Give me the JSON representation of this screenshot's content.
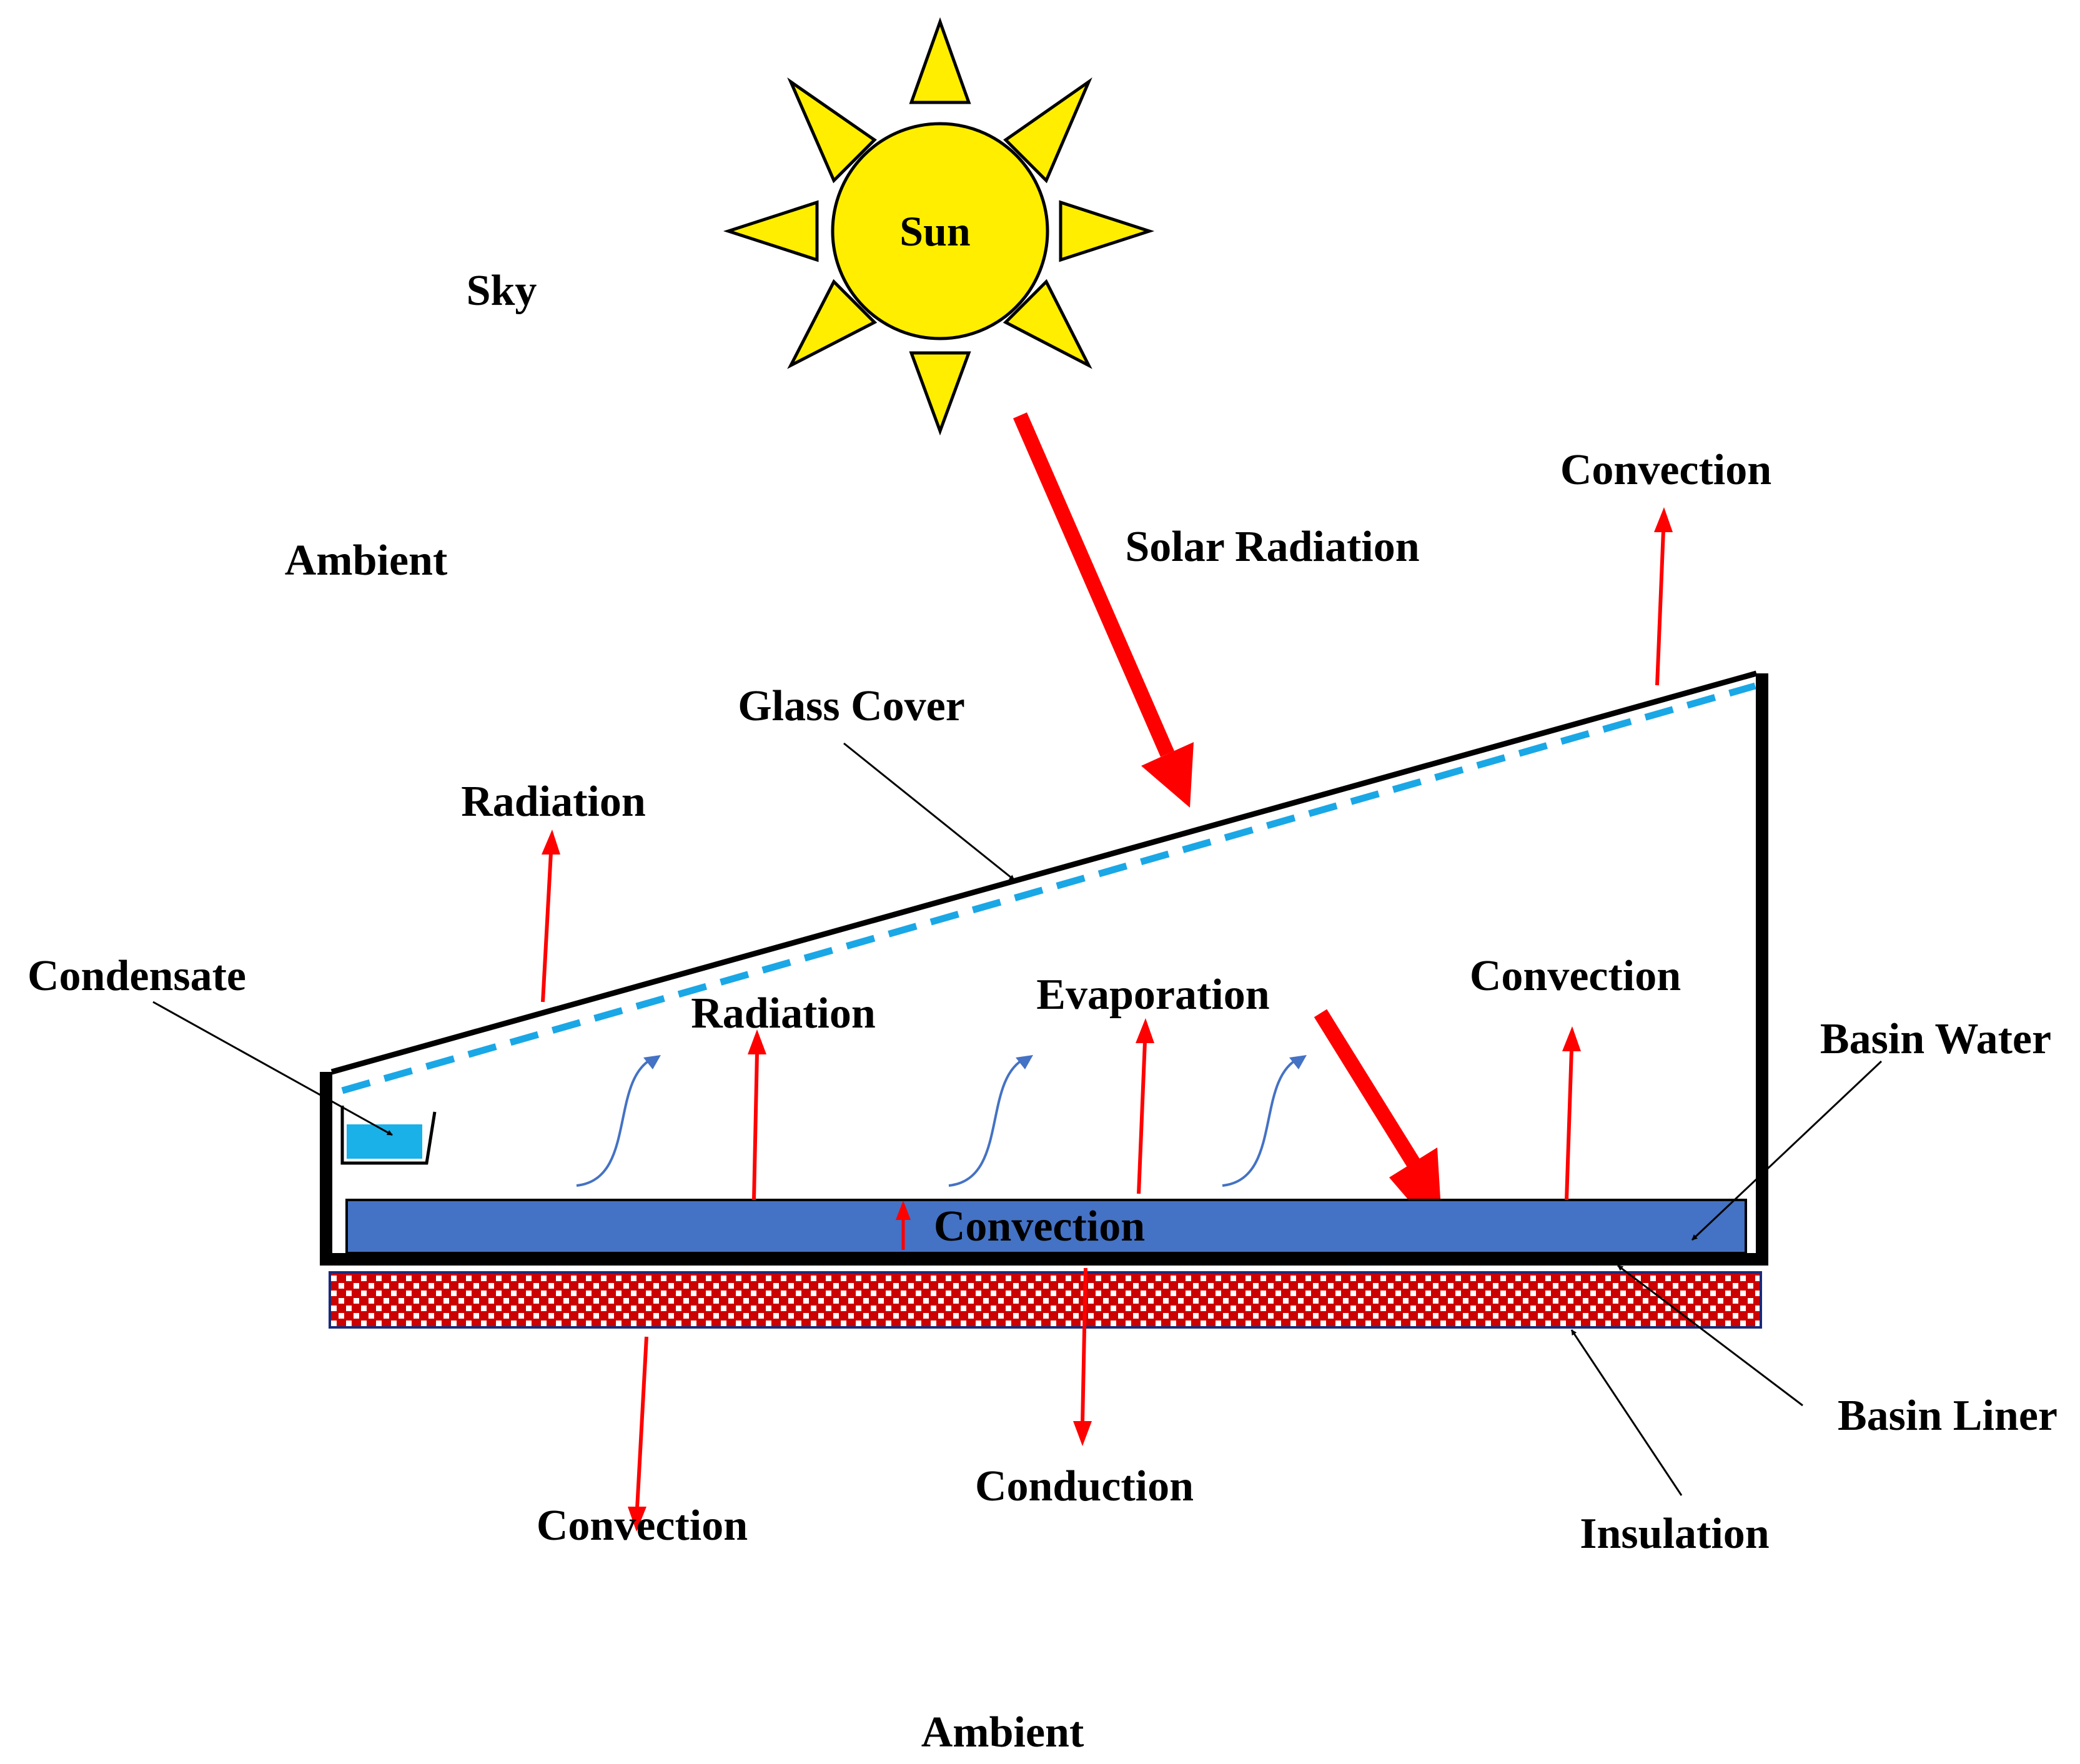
{
  "labels": {
    "sun": "Sun",
    "sky": "Sky",
    "ambient_top": "Ambient",
    "solar_radiation": "Solar Radiation",
    "convection_top_right": "Convection",
    "glass_cover": "Glass Cover",
    "radiation_outer": "Radiation",
    "condensate": "Condensate",
    "radiation_inner": "Radiation",
    "evaporation": "Evaporation",
    "convection_inner": "Convection",
    "basin_water": "Basin Water",
    "convection_water": "Convection",
    "basin_liner": "Basin Liner",
    "convection_bottom": "Convection",
    "conduction": "Conduction",
    "insulation": "Insulation",
    "ambient_bottom": "Ambient"
  },
  "colors": {
    "sun_fill": "#ffee00",
    "heat_arrow": "#ff0000",
    "basin_water": "#4472c4",
    "glass_dashes": "#1aa7e6",
    "condensate_water": "#1ab0e8",
    "vapor_curve": "#4472c4",
    "insulation_red": "#cc0000"
  },
  "icons": {
    "sun": "sun-icon",
    "vapor": "vapor-curve-icon",
    "heat_flow": "arrow-icon"
  }
}
